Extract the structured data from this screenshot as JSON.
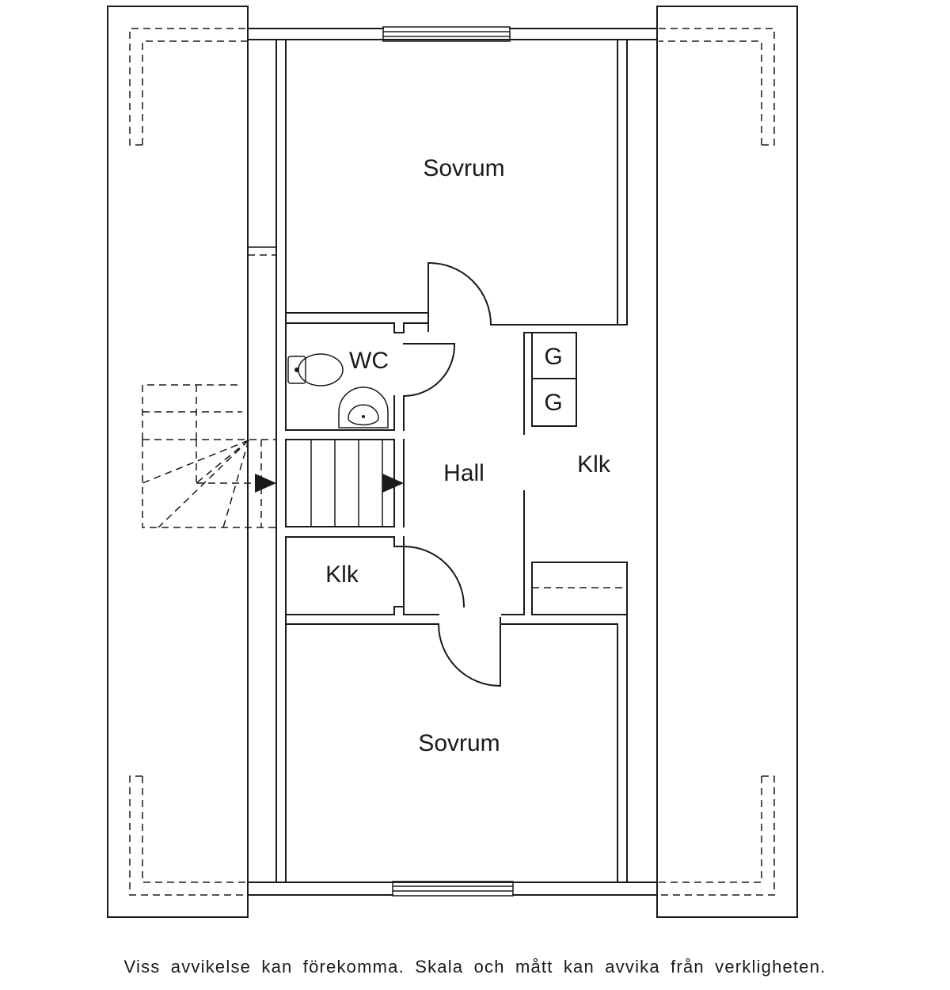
{
  "rooms": {
    "bedroom_top": "Sovrum",
    "wc": "WC",
    "closet_g1": "G",
    "closet_g2": "G",
    "hall": "Hall",
    "closet_right": "Klk",
    "closet_left": "Klk",
    "bedroom_bottom": "Sovrum"
  },
  "disclaimer": "Viss avvikelse kan förekomma. Skala och mått kan avvika från verkligheten."
}
